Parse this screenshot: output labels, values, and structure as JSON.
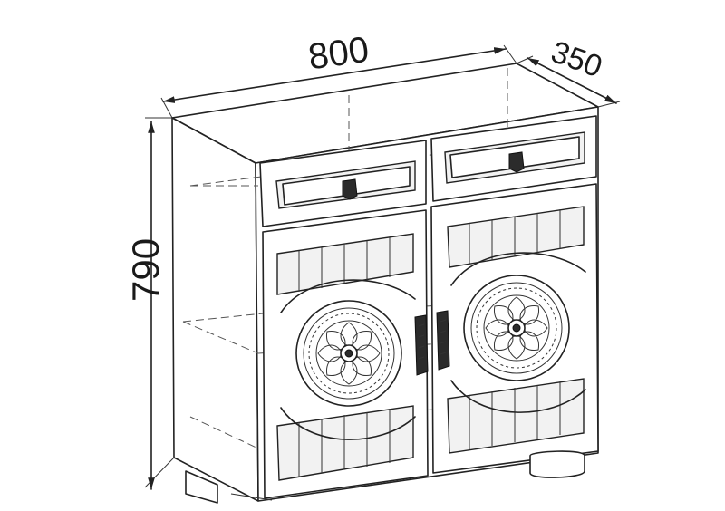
{
  "dimensions": {
    "width_label": "800",
    "depth_label": "350",
    "height_label": "790"
  }
}
